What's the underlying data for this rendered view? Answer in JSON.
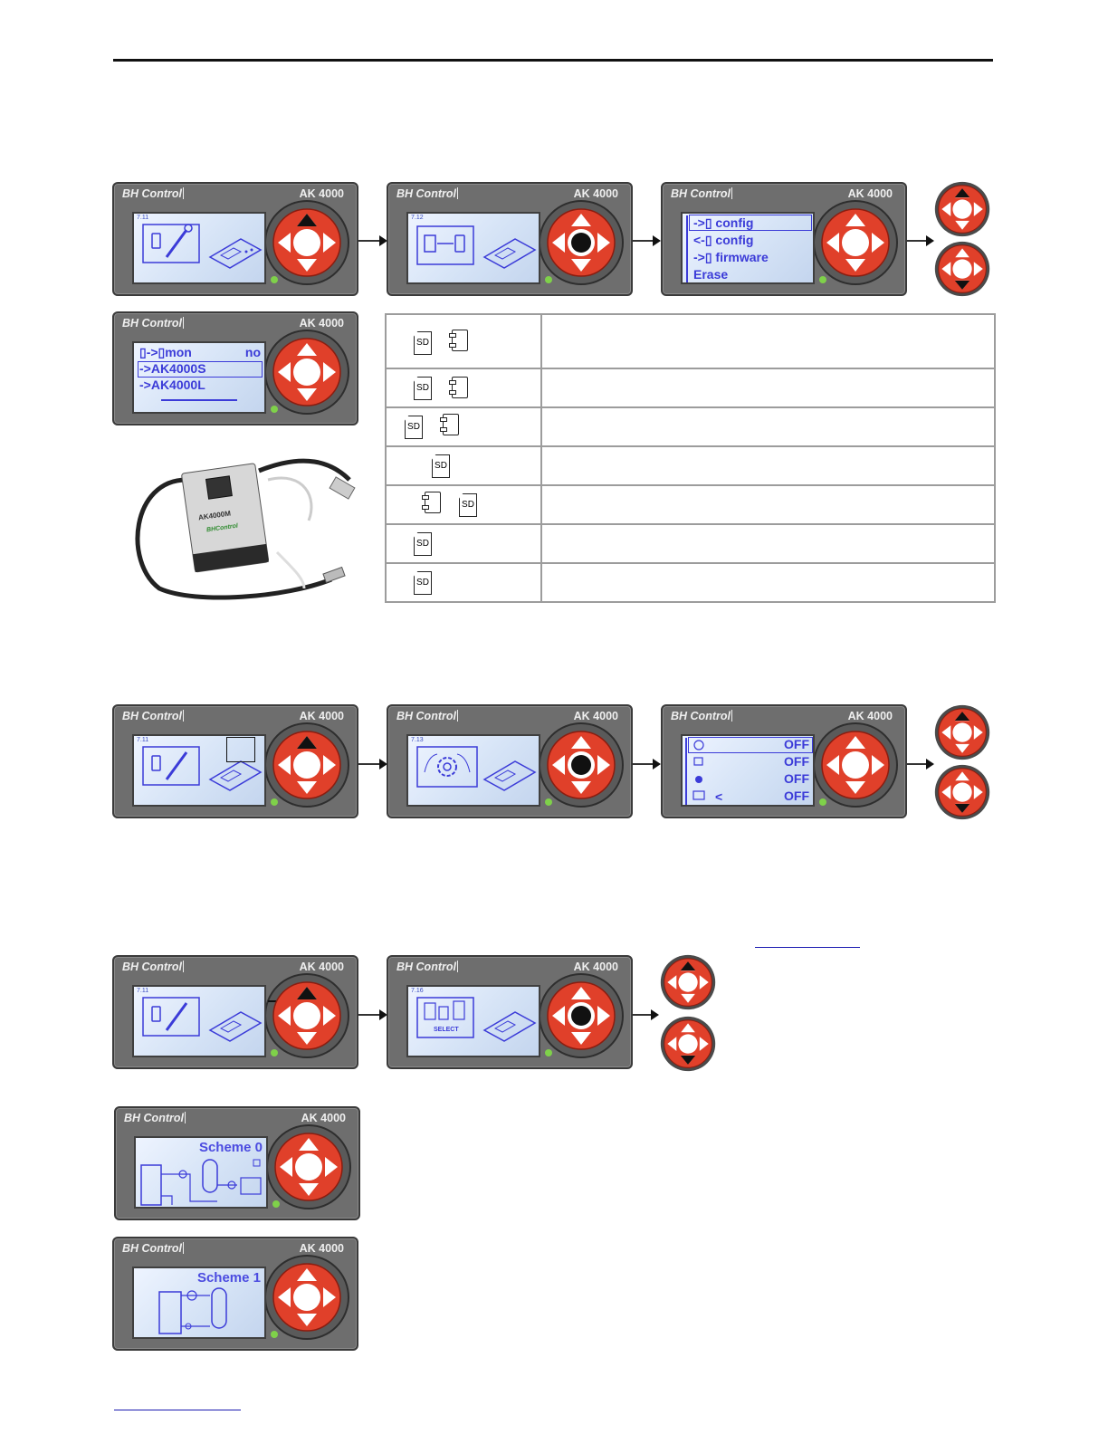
{
  "panels": {
    "brand": "BH Control",
    "model": "AK 4000"
  },
  "screens": {
    "s711": "7.11",
    "s712": "7.12",
    "s713": "7.13",
    "s716": "7.16",
    "menu_sd": [
      "->▯ config",
      "<-▯ config",
      "->▯ firmware",
      "Erase"
    ],
    "menu_mon": [
      {
        "text": "▯->▯mon",
        "value": "no"
      },
      {
        "text": "->AK4000S",
        "value": ""
      },
      {
        "text": "->AK4000L",
        "value": ""
      }
    ],
    "off_rows": [
      "OFF",
      "OFF",
      "OFF",
      "OFF"
    ],
    "off_row4_label": "<",
    "select_label": "SELECT",
    "scheme0": "Scheme 0",
    "scheme1": "Scheme 1",
    "sd_label": "SD"
  },
  "table": {
    "rows": 7,
    "descriptions": [
      "",
      "",
      "",
      "",
      "",
      "",
      ""
    ]
  },
  "photo": {
    "device_label": "AK4000M",
    "brand_label": "BHControl"
  },
  "colors": {
    "panel": "#6e6e6e",
    "screen": "#d5e3f6",
    "pad_red": "#e0402a",
    "screen_text": "#3b3bd8",
    "led": "#7fd14a"
  }
}
